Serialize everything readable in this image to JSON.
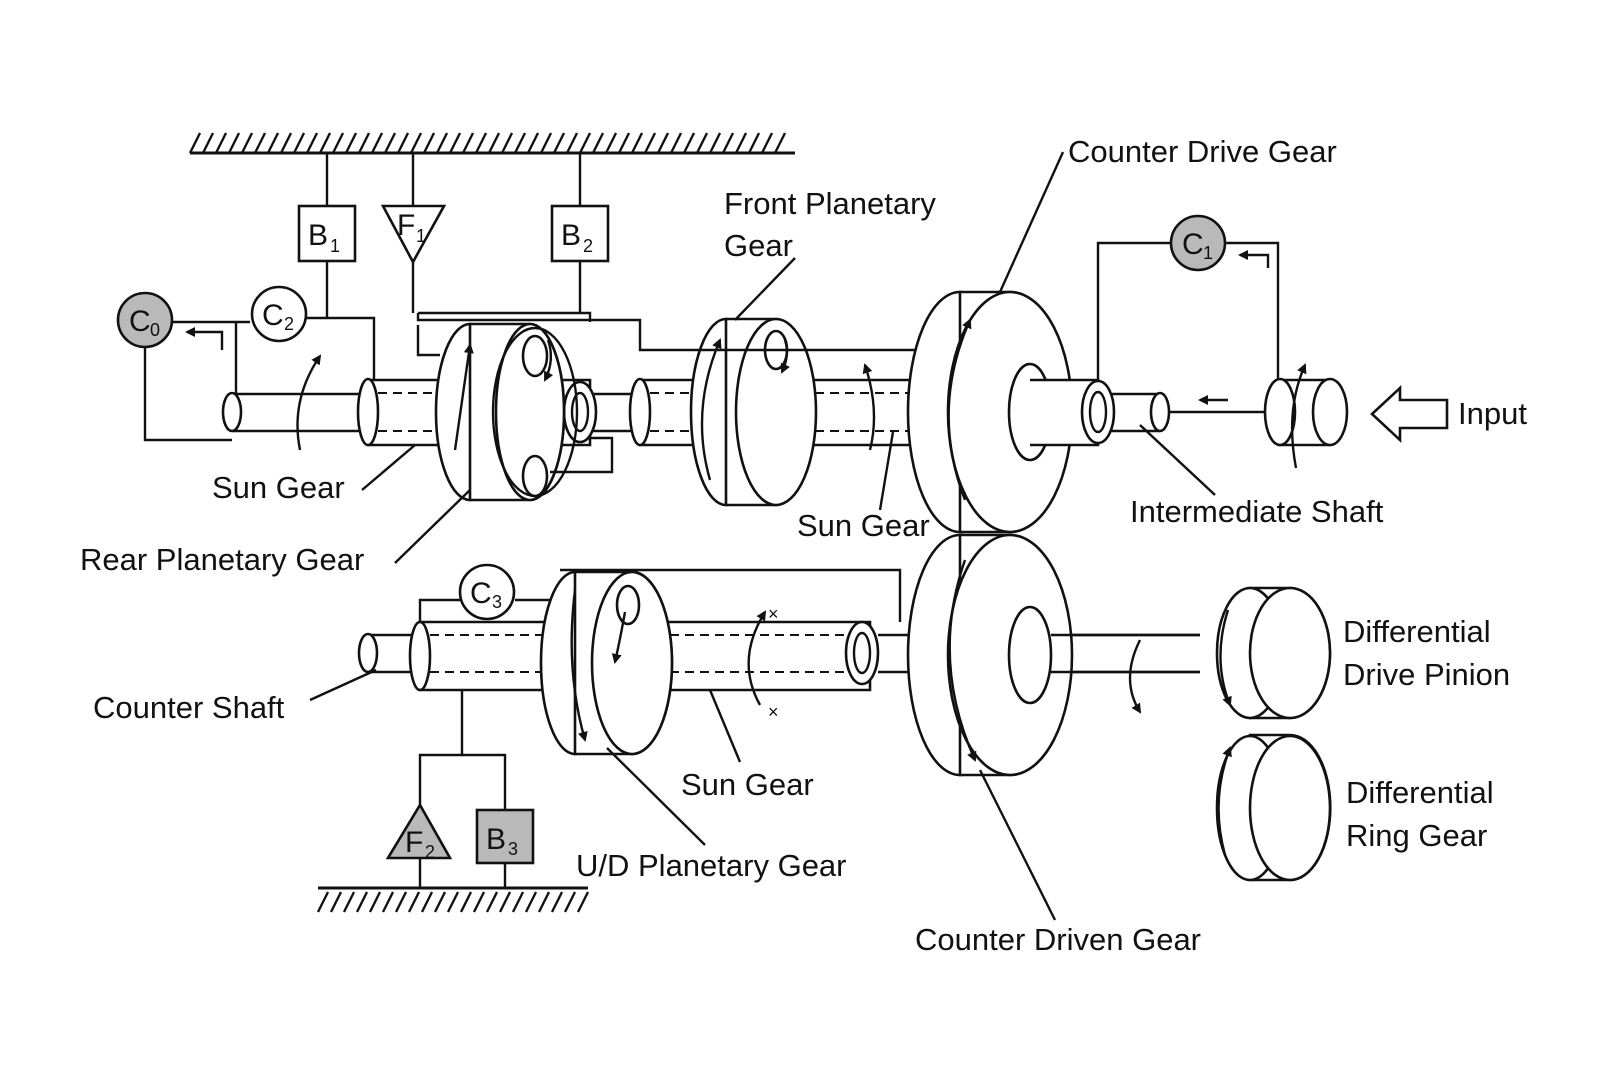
{
  "labels": {
    "counter_drive_gear": "Counter Drive Gear",
    "front_planetary_gear_line1": "Front Planetary",
    "front_planetary_gear_line2": "Gear",
    "input": "Input",
    "intermediate_shaft": "Intermediate Shaft",
    "sun_gear_front": "Sun Gear",
    "sun_gear_rear": "Sun Gear",
    "rear_planetary_gear": "Rear Planetary Gear",
    "counter_shaft": "Counter Shaft",
    "sun_gear_ud": "Sun Gear",
    "ud_planetary_gear": "U/D Planetary Gear",
    "counter_driven_gear": "Counter Driven Gear",
    "differential_drive_pinion_line1": "Differential",
    "differential_drive_pinion_line2": "Drive Pinion",
    "differential_ring_gear_line1": "Differential",
    "differential_ring_gear_line2": "Ring Gear"
  },
  "elements": {
    "c0": {
      "letter": "C",
      "sub": "0"
    },
    "c1": {
      "letter": "C",
      "sub": "1"
    },
    "c2": {
      "letter": "C",
      "sub": "2"
    },
    "c3": {
      "letter": "C",
      "sub": "3"
    },
    "b1": {
      "letter": "B",
      "sub": "1"
    },
    "b2": {
      "letter": "B",
      "sub": "2"
    },
    "b3": {
      "letter": "B",
      "sub": "3"
    },
    "f1": {
      "letter": "F",
      "sub": "1"
    },
    "f2": {
      "letter": "F",
      "sub": "2"
    }
  },
  "markers": {
    "lock_mark": "×"
  },
  "colors": {
    "line": "#111111",
    "engaged_fill": "#b9b9b9",
    "background": "#ffffff"
  }
}
